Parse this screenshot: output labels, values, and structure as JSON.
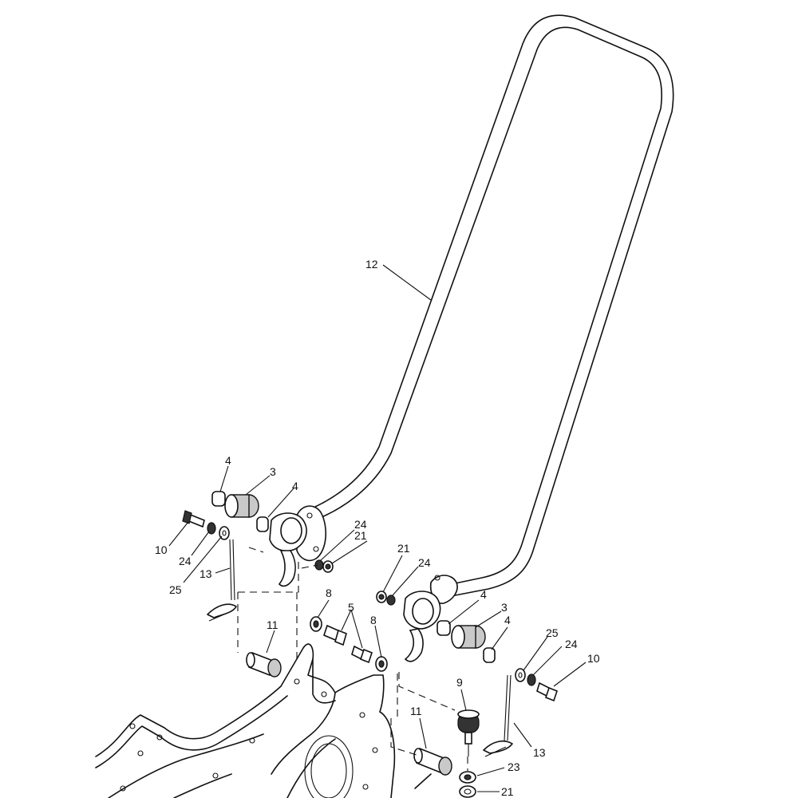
{
  "callouts": [
    {
      "id": "c12",
      "text": "12"
    },
    {
      "id": "c4a",
      "text": "4"
    },
    {
      "id": "c3a",
      "text": "3"
    },
    {
      "id": "c4b",
      "text": "4"
    },
    {
      "id": "c10a",
      "text": "10"
    },
    {
      "id": "c24a",
      "text": "24"
    },
    {
      "id": "c25a",
      "text": "25"
    },
    {
      "id": "c13a",
      "text": "13"
    },
    {
      "id": "c24b",
      "text": "24"
    },
    {
      "id": "c21a",
      "text": "21"
    },
    {
      "id": "c21b",
      "text": "21"
    },
    {
      "id": "c24c",
      "text": "24"
    },
    {
      "id": "c8a",
      "text": "8"
    },
    {
      "id": "c5",
      "text": "5"
    },
    {
      "id": "c8b",
      "text": "8"
    },
    {
      "id": "c11a",
      "text": "11"
    },
    {
      "id": "c4c",
      "text": "4"
    },
    {
      "id": "c3b",
      "text": "3"
    },
    {
      "id": "c4d",
      "text": "4"
    },
    {
      "id": "c25b",
      "text": "25"
    },
    {
      "id": "c24d",
      "text": "24"
    },
    {
      "id": "c10b",
      "text": "10"
    },
    {
      "id": "c9",
      "text": "9"
    },
    {
      "id": "c13b",
      "text": "13"
    },
    {
      "id": "c11b",
      "text": "11"
    },
    {
      "id": "c23",
      "text": "23"
    },
    {
      "id": "c21c",
      "text": "21"
    }
  ]
}
